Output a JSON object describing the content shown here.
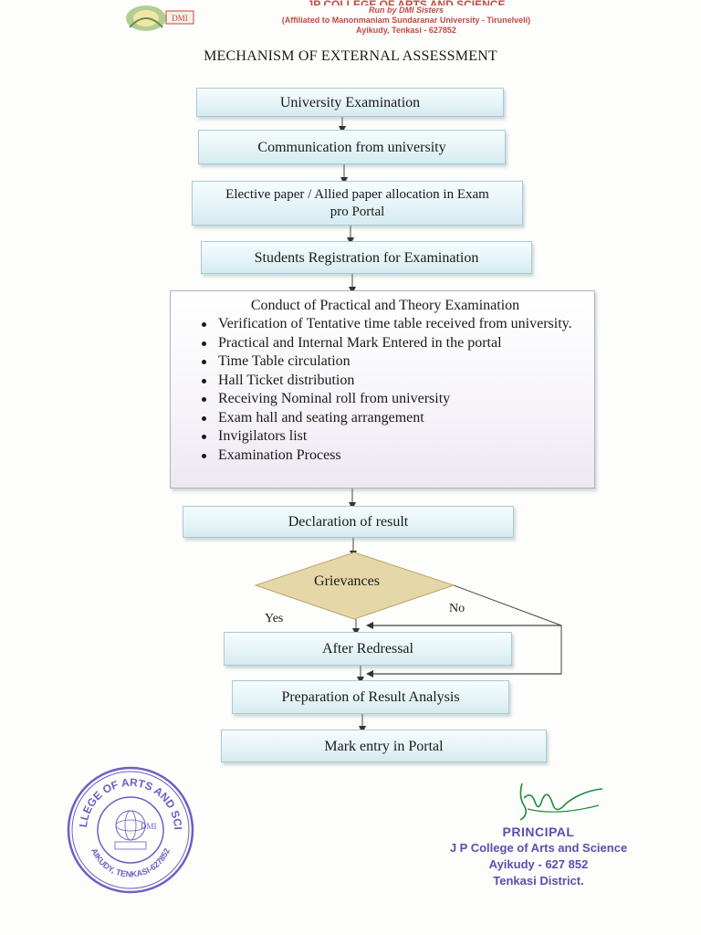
{
  "header": {
    "college_name": "JP COLLEGE OF ARTS AND SCIENCE",
    "run_by": "Run by DMI Sisters",
    "affiliation": "(Affiliated to Manonmaniam Sundaranar University - Tirunelveli)",
    "address": "Ayikudy, Tenkasi - 627852",
    "logo_text": "DMI"
  },
  "title": "MECHANISM OF EXTERNAL ASSESSMENT",
  "flow": {
    "step1": "University Examination",
    "step2": "Communication from university",
    "step3_line1": "Elective paper / Allied paper allocation in Exam",
    "step3_line2": "pro Portal",
    "step4": "Students Registration for Examination",
    "conduct": {
      "title": "Conduct of Practical and Theory Examination",
      "items": [
        "Verification of Tentative time table received from university.",
        "Practical and Internal Mark Entered in the portal",
        "Time Table circulation",
        "Hall Ticket distribution",
        "Receiving Nominal roll from university",
        "Exam hall and seating arrangement",
        "Invigilators list",
        "Examination Process"
      ]
    },
    "step6": "Declaration of result",
    "decision": "Grievances",
    "yes_label": "Yes",
    "no_label": "No",
    "step7": "After Redressal",
    "step8": "Preparation of Result Analysis",
    "step9": "Mark entry in Portal"
  },
  "seal": {
    "ring_text": "JP COLLEGE OF ARTS AND SCIENCE",
    "bottom_text": "AIKUDY, TENKASI-627852",
    "logo_text": "DMI"
  },
  "signature": {
    "title": "PRINCIPAL",
    "line1": "J P College of Arts and Science",
    "line2": "Ayikudy - 627 852",
    "line3": "Tenkasi District."
  },
  "colors": {
    "box_fill": "#e6f4f7",
    "decision_fill": "#e6d7a8",
    "header_red": "#c24a45",
    "seal_purple": "#6b5fc4"
  }
}
